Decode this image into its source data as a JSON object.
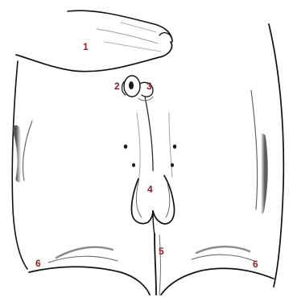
{
  "diagram": {
    "callouts": [
      "1",
      "2",
      "3",
      "4",
      "5",
      "6",
      "6"
    ],
    "colors": {
      "label": "#8b1f24",
      "line": "#111111",
      "shade": "#9a9a9a",
      "background": "#ffffff"
    }
  }
}
